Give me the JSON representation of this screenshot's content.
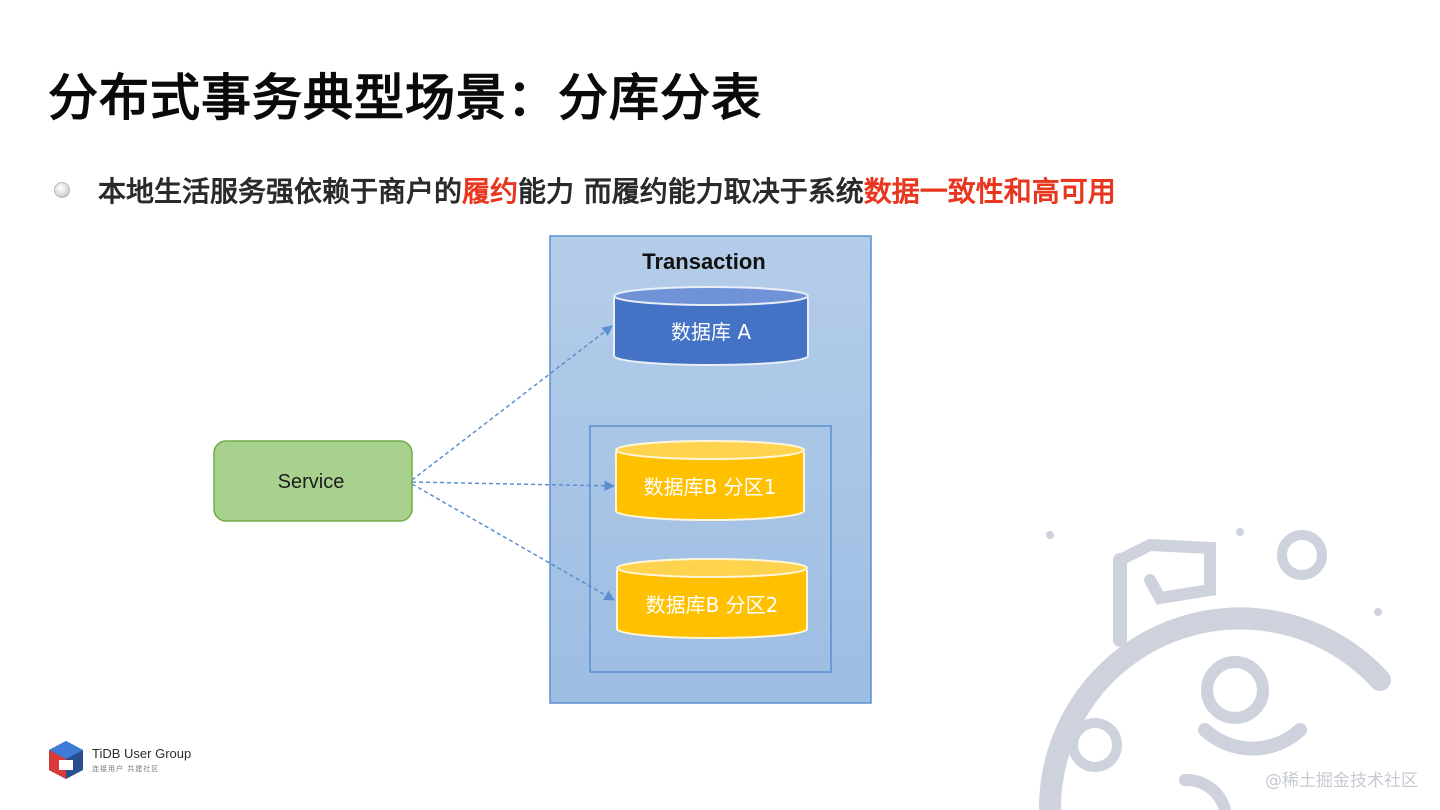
{
  "title": "分布式事务典型场景：分库分表",
  "bullet": {
    "text_part1": "本地生活服务强依赖于商户的",
    "highlight1": "履约",
    "text_part2": "能力 而履约能力取决于系统",
    "highlight2": "数据一致性和高可用"
  },
  "diagram": {
    "service_label": "Service",
    "transaction_label": "Transaction",
    "db_a_label": "数据库 A",
    "db_b1_label": "数据库B 分区1",
    "db_b2_label": "数据库B 分区2"
  },
  "footer": {
    "logo_name": "TiDB User Group",
    "logo_sub": "连接用户 共建社区",
    "watermark": "@稀土掘金技术社区"
  },
  "colors": {
    "transaction_bg": "#a9c5e6",
    "db_a_fill": "#4472c4",
    "db_b_fill": "#ffc000",
    "service_fill": "#a9d18e",
    "highlight": "#e8361f"
  }
}
